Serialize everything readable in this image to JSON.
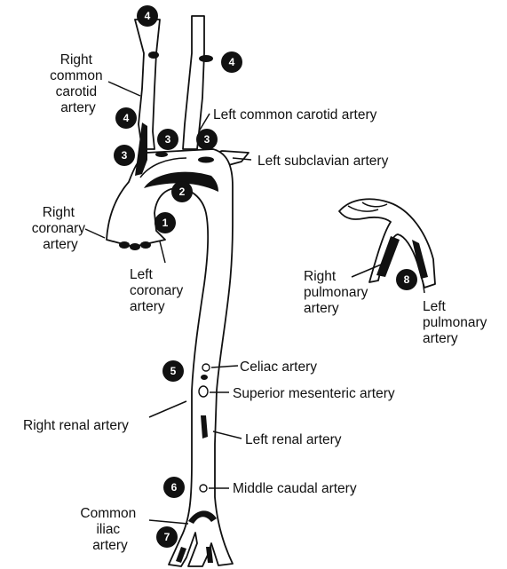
{
  "labels": {
    "right_common_carotid": [
      "Right",
      "common",
      "carotid",
      "artery"
    ],
    "left_common_carotid": "Left common carotid artery",
    "left_subclavian": "Left subclavian artery",
    "right_coronary": [
      "Right",
      "coronary",
      "artery"
    ],
    "left_coronary": [
      "Left",
      "coronary",
      "artery"
    ],
    "right_pulmonary": [
      "Right",
      "pulmonary",
      "artery"
    ],
    "left_pulmonary": [
      "Left",
      "pulmonary",
      "artery"
    ],
    "celiac": "Celiac artery",
    "superior_mesenteric": "Superior mesenteric artery",
    "right_renal": "Right renal artery",
    "left_renal": "Left renal artery",
    "middle_caudal": "Middle caudal artery",
    "common_iliac": [
      "Common",
      "iliac",
      "artery"
    ]
  },
  "markers": {
    "m1": "1",
    "m2": "2",
    "m3a": "3",
    "m3b": "3",
    "m3c": "3",
    "m4a": "4",
    "m4b": "4",
    "m4c": "4",
    "m5": "5",
    "m6": "6",
    "m7": "7",
    "m8": "8"
  }
}
